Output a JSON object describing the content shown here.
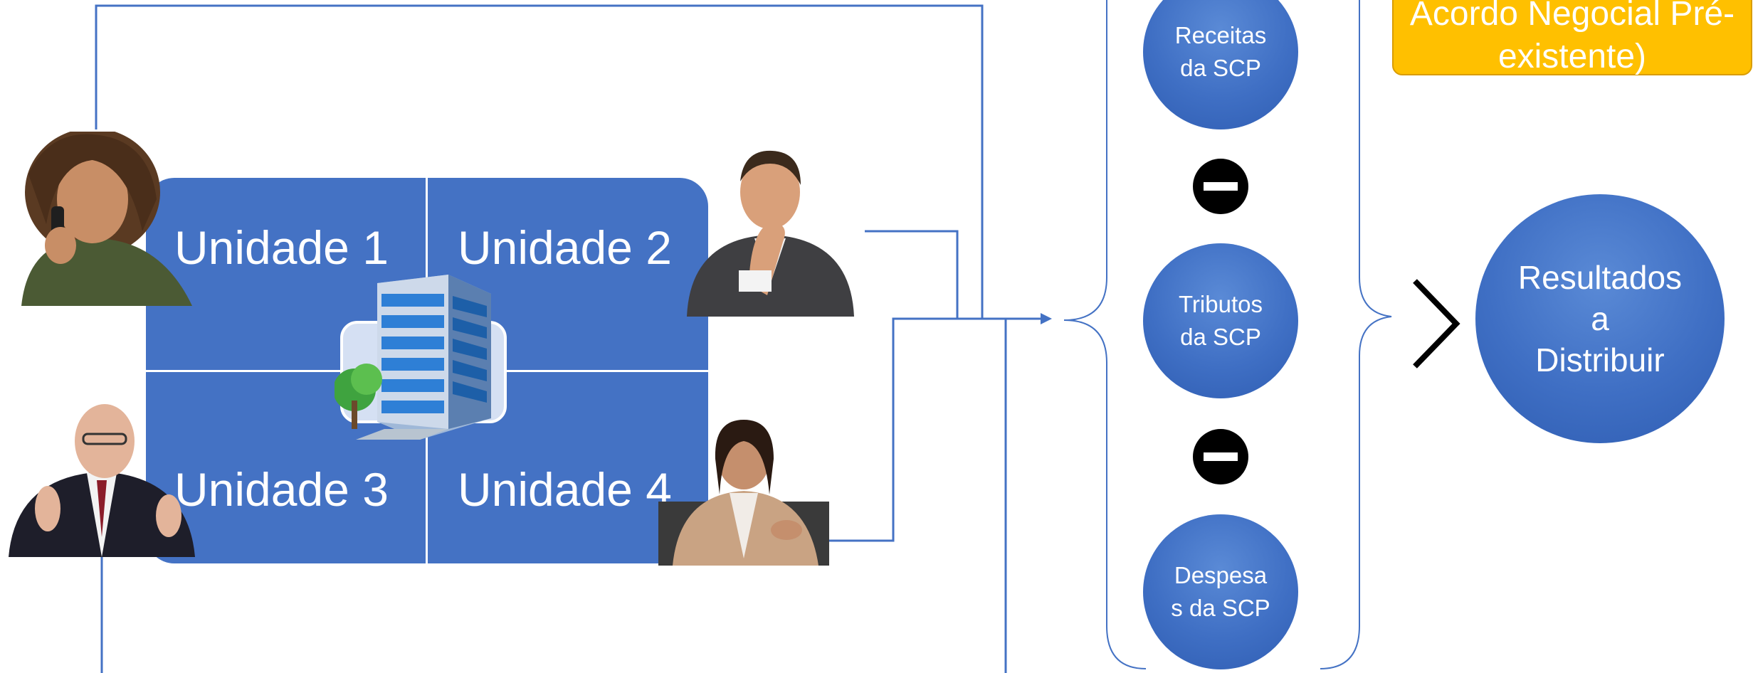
{
  "units": {
    "u1": "Unidade 1",
    "u2": "Unidade 2",
    "u3": "Unidade 3",
    "u4": "Unidade 4"
  },
  "flow": {
    "receitas": [
      "Receitas",
      "da SCP"
    ],
    "tributos": [
      "Tributos",
      "da SCP"
    ],
    "despesas": [
      "Despesa",
      "s da SCP"
    ],
    "resultados": [
      "Resultados",
      "a",
      "Distribuir"
    ]
  },
  "gold_box": [
    "Acordo Negocial Pré-",
    "existente)"
  ],
  "colors": {
    "unit_fill": "#4472C4",
    "connector": "#4472C4",
    "circle": "#3f6fc4",
    "gold_box": "#FFC000",
    "minus_sign": "#000000"
  },
  "icons": {
    "building": "building-icon",
    "minus": "minus-circle-icon",
    "compare": "greater-than-icon"
  }
}
